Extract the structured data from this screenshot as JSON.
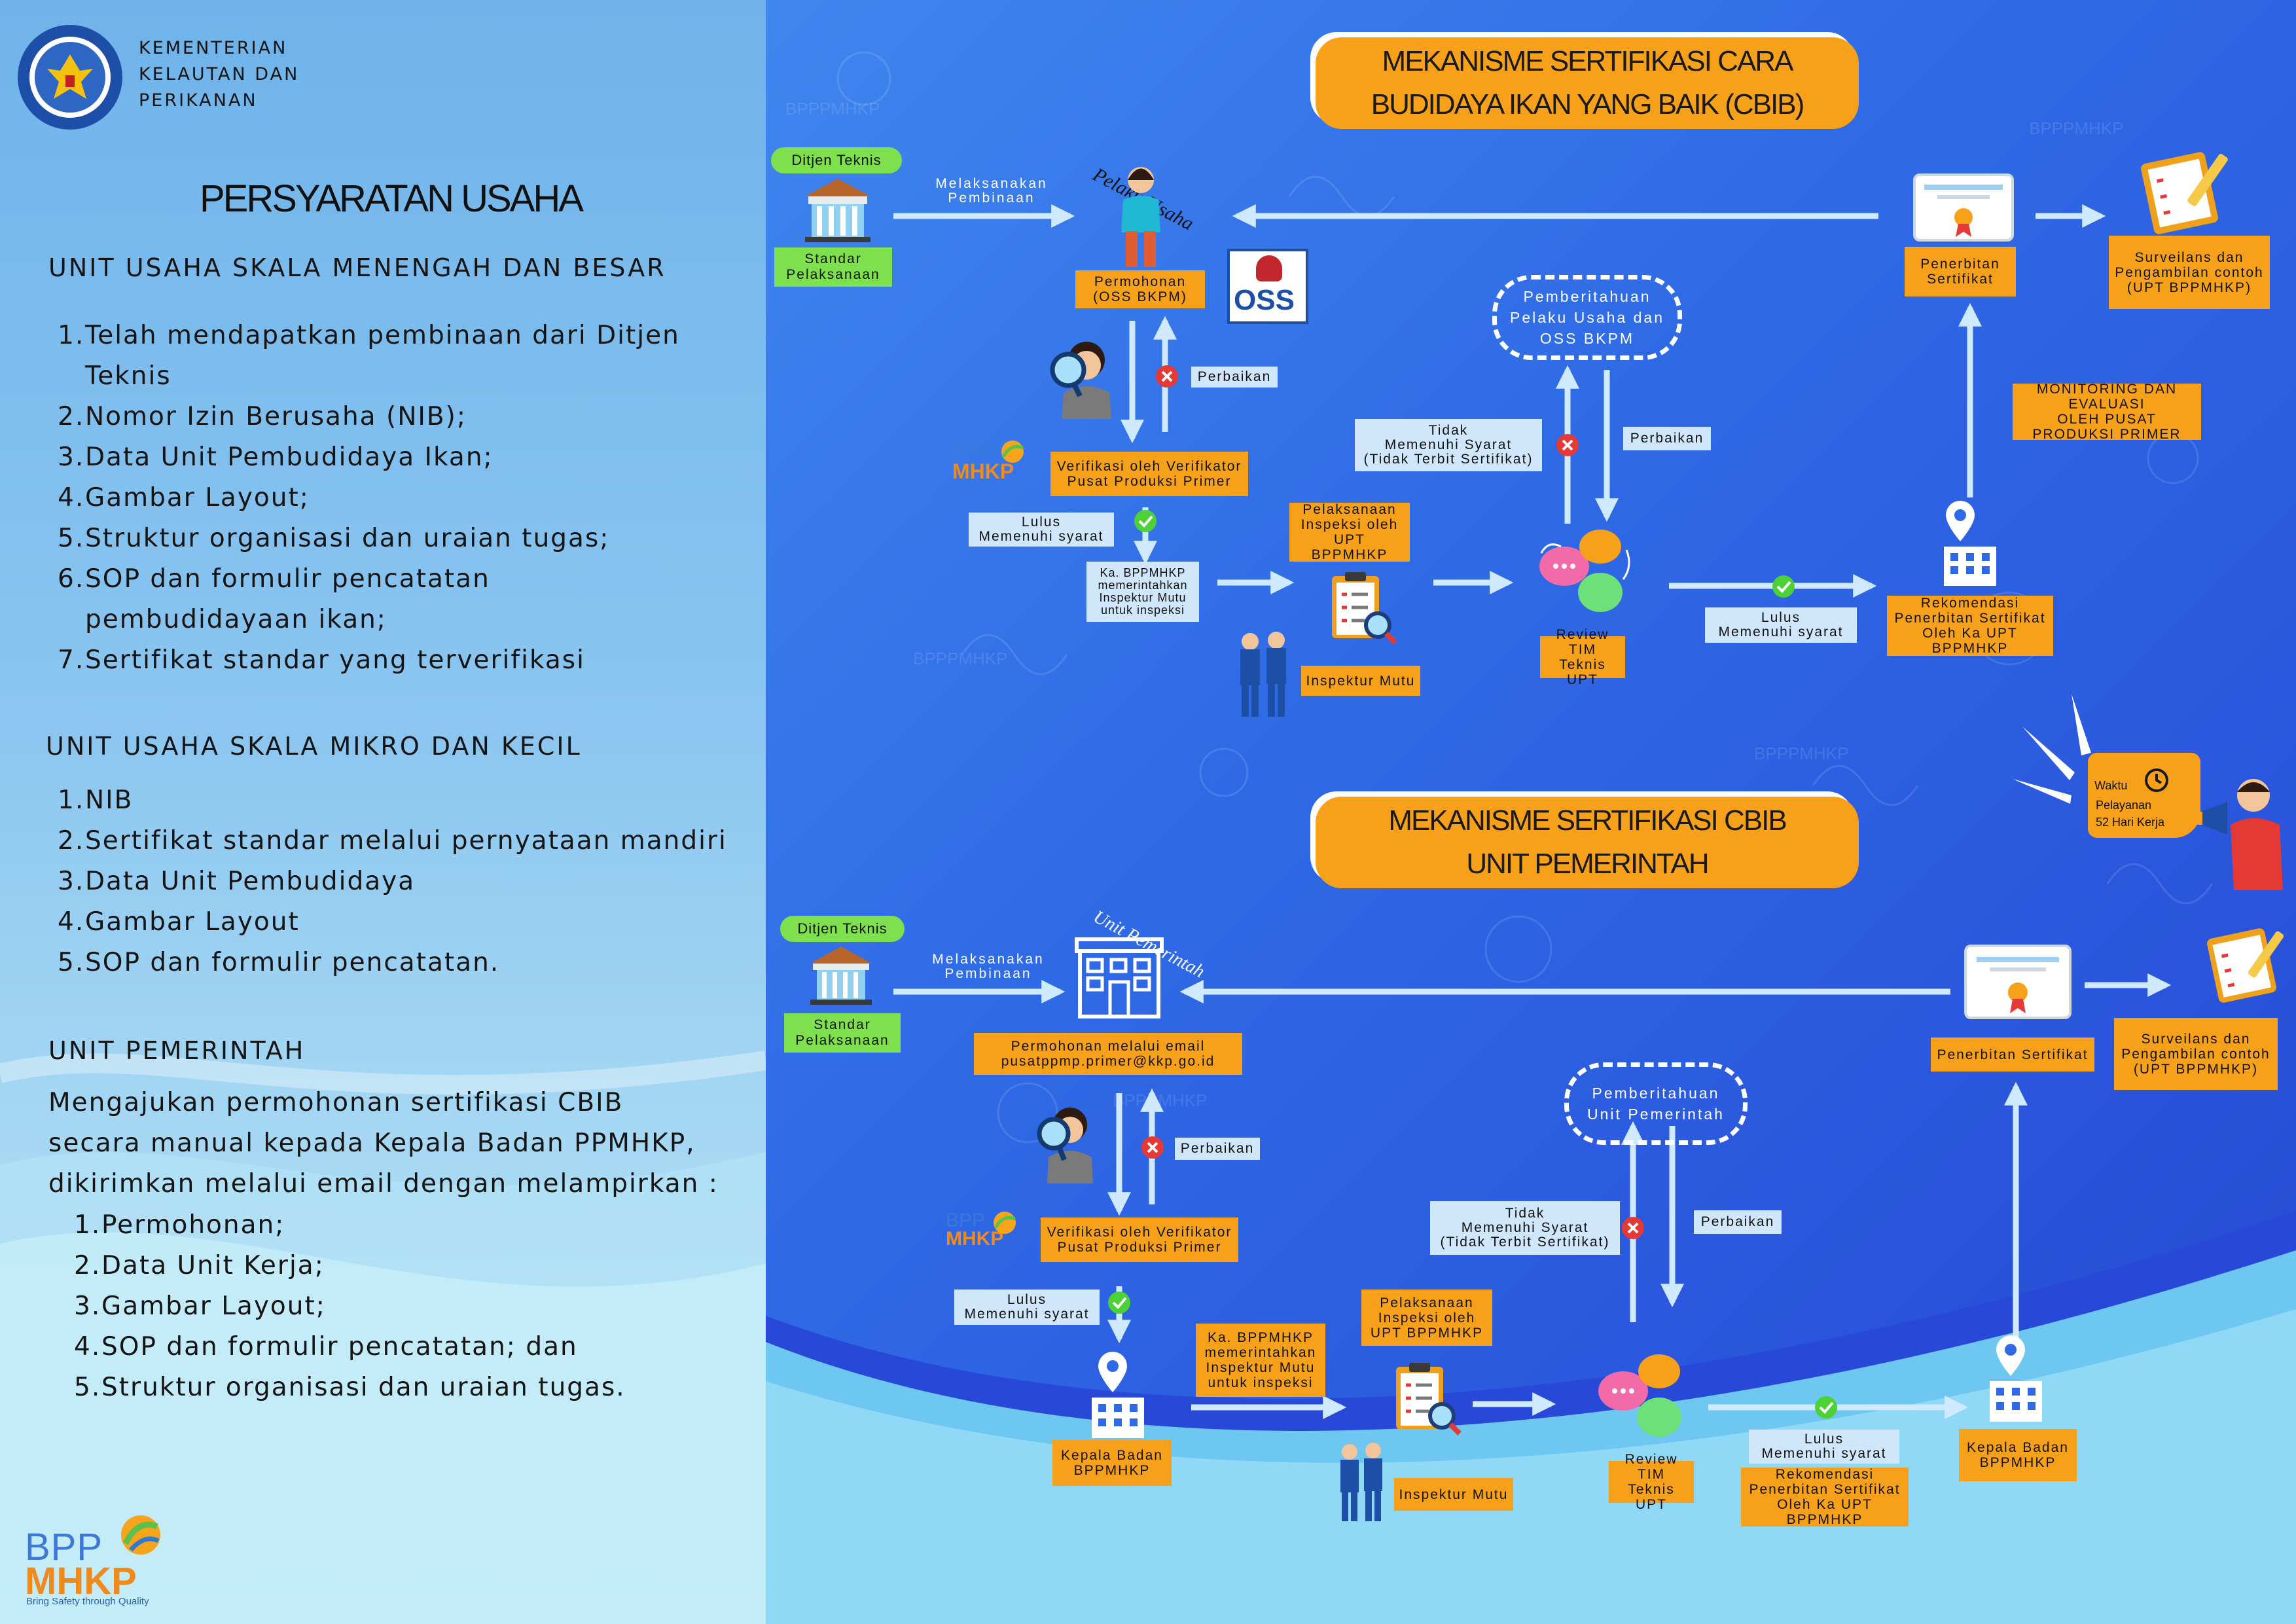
{
  "logo_kkp": {
    "line1": "KEMENTERIAN",
    "line2": "KELAUTAN DAN",
    "line3": "PERIKANAN"
  },
  "left": {
    "title": "PERSYARATAN USAHA",
    "sec1": {
      "heading": "UNIT USAHA SKALA MENENGAH DAN BESAR",
      "items": [
        {
          "num": "1.",
          "text": "Telah mendapatkan pembinaan dari Ditjen",
          "cont": "Teknis"
        },
        {
          "num": "2.",
          "text": "Nomor Izin Berusaha (NIB);"
        },
        {
          "num": "3.",
          "text": "Data Unit Pembudidaya Ikan;"
        },
        {
          "num": "4.",
          "text": "Gambar Layout;"
        },
        {
          "num": "5.",
          "text": "Struktur organisasi dan uraian tugas;"
        },
        {
          "num": "6.",
          "text": "SOP dan formulir pencatatan",
          "cont": "pembudidayaan ikan;"
        },
        {
          "num": "7.",
          "text": "Sertifikat standar yang terverifikasi"
        }
      ]
    },
    "sec2": {
      "heading": "UNIT USAHA SKALA MIKRO DAN KECIL",
      "items": [
        {
          "num": "1.",
          "text": "NIB"
        },
        {
          "num": "2.",
          "text": "Sertifikat standar melalui pernyataan mandiri"
        },
        {
          "num": "3.",
          "text": "Data Unit Pembudidaya"
        },
        {
          "num": "4.",
          "text": "Gambar Layout"
        },
        {
          "num": "5.",
          "text": "SOP dan formulir pencatatan."
        }
      ]
    },
    "sec3": {
      "heading": "UNIT PEMERINTAH",
      "para1": "Mengajukan permohonan sertifikasi CBIB",
      "para2": "secara manual kepada Kepala Badan PPMHKP,",
      "para3": "dikirimkan melalui email dengan melampirkan :",
      "items": [
        {
          "num": "1.",
          "text": "Permohonan;"
        },
        {
          "num": "2.",
          "text": "Data Unit Kerja;"
        },
        {
          "num": "3.",
          "text": "Gambar Layout;"
        },
        {
          "num": "4.",
          "text": "SOP dan formulir pencatatan; dan"
        },
        {
          "num": "5.",
          "text": "Struktur organisasi dan uraian tugas."
        }
      ]
    },
    "logo_bpp": {
      "l1": "BPP",
      "l2": "MHKP",
      "tag": "Bring Safety through Quality"
    }
  },
  "flow1": {
    "title": "MEKANISME SERTIFIKASI CARA\nBUDIDAYA IKAN YANG BAIK (CBIB)",
    "ditjen": "Ditjen Teknis",
    "standar": "Standar\nPelaksanaan",
    "melaksanakan": "Melaksanakan\nPembinaan",
    "pelaku": "Pelaku Usaha",
    "permohonan": "Permohonan\n(OSS BKPM)",
    "oss": "OSS",
    "perbaikan1": "Perbaikan",
    "verifikasi": "Verifikasi oleh Verifikator\nPusat Produksi Primer",
    "lulus1": "Lulus\nMemenuhi syarat",
    "ka": "Ka. BPPMHKP\nmemerintahkan\nInspektur Mutu\nuntuk inspeksi",
    "pelaksanaan": "Pelaksanaan\nInspeksi oleh\nUPT BPPMHKP",
    "inspektur": "Inspektur Mutu",
    "review": "Review TIM\nTeknis UPT",
    "pemberitahuan": "Pemberitahuan\nPelaku Usaha dan\nOSS BKPM",
    "tidak": "Tidak\nMemenuhi Syarat\n(Tidak Terbit Sertifikat)",
    "perbaikan2": "Perbaikan",
    "lulus2": "Lulus\nMemenuhi syarat",
    "rekom": "Rekomendasi\nPenerbitan Sertifikat\nOleh Ka UPT BPPMHKP",
    "monitoring": "MONITORING DAN EVALUASI\nOLEH PUSAT PRODUKSI PRIMER",
    "penerbitan": "Penerbitan\nSertifikat",
    "surveilans": "Surveilans dan\nPengambilan contoh\n(UPT BPPMHKP)"
  },
  "waktu": {
    "l1": "Waktu",
    "l2": "Pelayanan",
    "l3": "52 Hari Kerja"
  },
  "flow2": {
    "title": "MEKANISME SERTIFIKASI CBIB\nUNIT PEMERINTAH",
    "ditjen": "Ditjen Teknis",
    "standar": "Standar\nPelaksanaan",
    "melaksanakan": "Melaksanakan\nPembinaan",
    "unit": "Unit Pemerintah",
    "permohonan": "Permohonan melalui email\npusatppmp.primer@kkp.go.id",
    "perbaikan1": "Perbaikan",
    "verifikasi": "Verifikasi oleh Verifikator\nPusat Produksi Primer",
    "lulus1": "Lulus\nMemenuhi syarat",
    "kepala1": "Kepala Badan\nBPPMHKP",
    "ka": "Ka. BPPMHKP\nmemerintahkan\nInspektur Mutu\nuntuk inspeksi",
    "pelaksanaan": "Pelaksanaan\nInspeksi oleh\nUPT BPPMHKP",
    "inspektur": "Inspektur Mutu",
    "review": "Review TIM\nTeknis UPT",
    "pemberitahuan": "Pemberitahuan\nUnit Pemerintah",
    "tidak": "Tidak\nMemenuhi Syarat\n(Tidak Terbit Sertifikat)",
    "perbaikan2": "Perbaikan",
    "lulus2": "Lulus\nMemenuhi syarat",
    "rekom": "Rekomendasi\nPenerbitan Sertifikat\nOleh Ka UPT BPPMHKP",
    "kepala2": "Kepala Badan\nBPPMHKP",
    "penerbitan": "Penerbitan Sertifikat",
    "surveilans": "Surveilans dan\nPengambilan contoh\n(UPT BPPMHKP)"
  },
  "watermark": "BPPPMHKP",
  "colors": {
    "orange": "#f7a11a",
    "light_blue_box": "#cfe6fb",
    "green": "#7de04c",
    "blue_bg": "#2f6ae6",
    "arrow": "#bfe3ff"
  }
}
